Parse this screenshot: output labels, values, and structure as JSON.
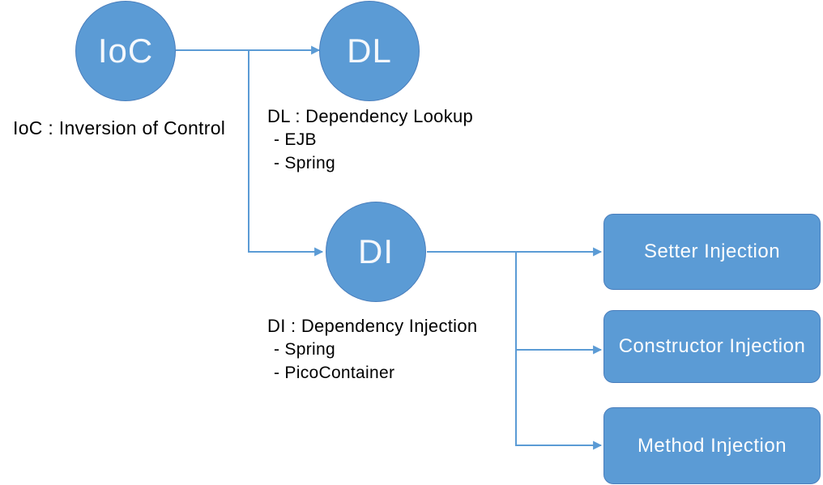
{
  "colors": {
    "shape_fill": "#5B9BD5",
    "shape_border": "#4A7EBC",
    "connector": "#5B9BD5",
    "text_on_shape": "#FFFFFF",
    "caption_text": "#000000",
    "background": "#FFFFFF"
  },
  "nodes": {
    "ioc": {
      "label": "IoC",
      "caption": "IoC : Inversion of Control"
    },
    "dl": {
      "label": "DL",
      "caption": "DL : Dependency Lookup",
      "items": [
        "- EJB",
        "- Spring"
      ]
    },
    "di": {
      "label": "DI",
      "caption": "DI : Dependency Injection",
      "items": [
        "- Spring",
        "- PicoContainer"
      ]
    },
    "setter": {
      "label": "Setter Injection"
    },
    "constructor_inj": {
      "label": "Constructor Injection"
    },
    "method": {
      "label": "Method Injection"
    }
  },
  "edges": [
    {
      "from": "IoC",
      "to": "DL"
    },
    {
      "from": "IoC",
      "to": "DI"
    },
    {
      "from": "DI",
      "to": "Setter Injection"
    },
    {
      "from": "DI",
      "to": "Constructor Injection"
    },
    {
      "from": "DI",
      "to": "Method Injection"
    }
  ]
}
